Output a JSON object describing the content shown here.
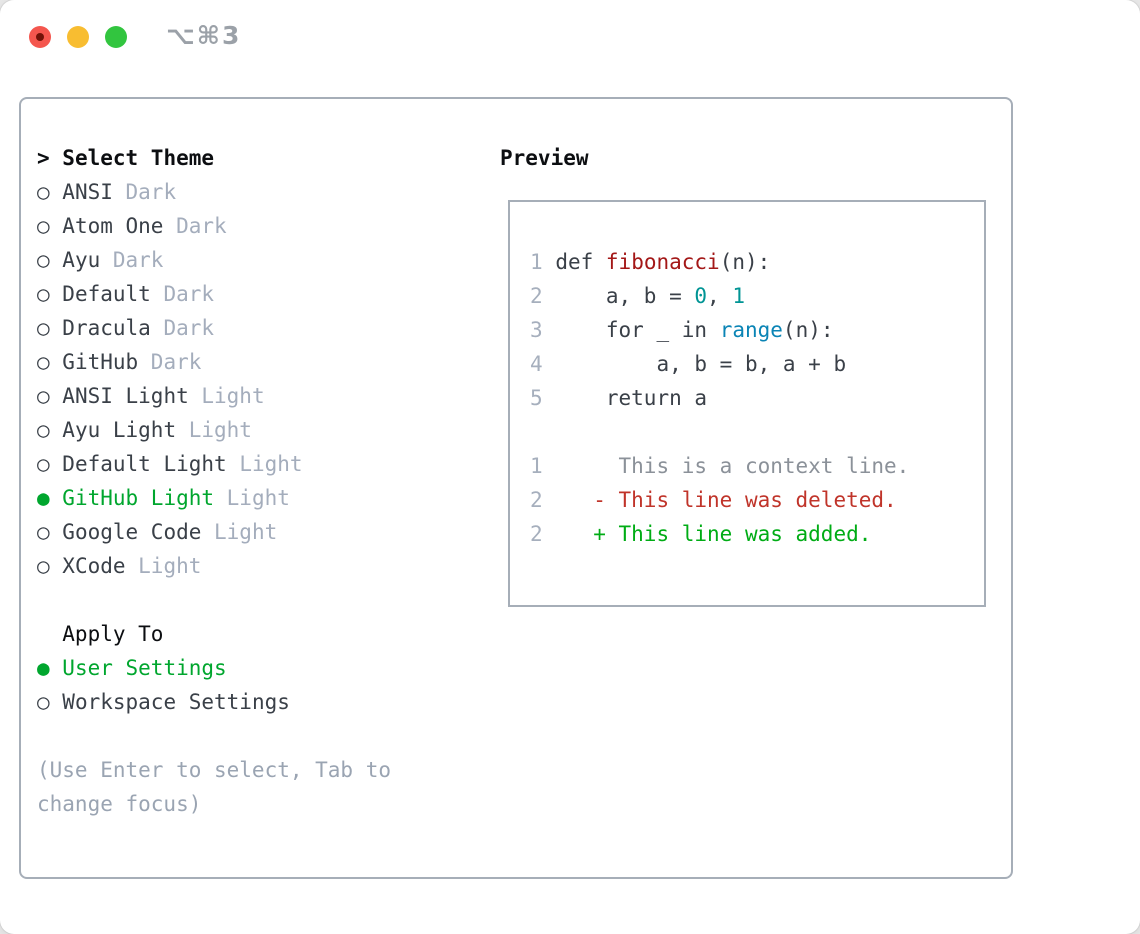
{
  "window": {
    "title": "⌥⌘3"
  },
  "symbols": {
    "header_marker": ">",
    "bullet_selected": "●",
    "bullet_unselected": "○"
  },
  "theme_list": {
    "header": "Select Theme",
    "items": [
      {
        "name": "ANSI",
        "variant": "Dark",
        "selected": false
      },
      {
        "name": "Atom One",
        "variant": "Dark",
        "selected": false
      },
      {
        "name": "Ayu",
        "variant": "Dark",
        "selected": false
      },
      {
        "name": "Default",
        "variant": "Dark",
        "selected": false
      },
      {
        "name": "Dracula",
        "variant": "Dark",
        "selected": false
      },
      {
        "name": "GitHub",
        "variant": "Dark",
        "selected": false
      },
      {
        "name": "ANSI Light",
        "variant": "Light",
        "selected": false
      },
      {
        "name": "Ayu Light",
        "variant": "Light",
        "selected": false
      },
      {
        "name": "Default Light",
        "variant": "Light",
        "selected": false
      },
      {
        "name": "GitHub Light",
        "variant": "Light",
        "selected": true
      },
      {
        "name": "Google Code",
        "variant": "Light",
        "selected": false
      },
      {
        "name": "XCode",
        "variant": "Light",
        "selected": false
      }
    ]
  },
  "apply_to": {
    "header": "Apply To",
    "options": [
      {
        "name": "User Settings",
        "selected": true
      },
      {
        "name": "Workspace Settings",
        "selected": false
      }
    ]
  },
  "hint": {
    "line1": "(Use Enter to select, Tab to",
    "line2": "change focus)"
  },
  "preview": {
    "header": "Preview",
    "lines": [
      [
        {
          "t": "1",
          "s": "num"
        },
        {
          "t": " ",
          "s": "plain"
        },
        {
          "t": "def",
          "s": "kw"
        },
        {
          "t": " ",
          "s": "plain"
        },
        {
          "t": "fibonacci",
          "s": "title"
        },
        {
          "t": "(n):",
          "s": "plain"
        }
      ],
      [
        {
          "t": "2",
          "s": "num"
        },
        {
          "t": "     a, b = ",
          "s": "plain"
        },
        {
          "t": "0",
          "s": "number"
        },
        {
          "t": ", ",
          "s": "plain"
        },
        {
          "t": "1",
          "s": "number"
        }
      ],
      [
        {
          "t": "3",
          "s": "num"
        },
        {
          "t": "     ",
          "s": "plain"
        },
        {
          "t": "for",
          "s": "kw"
        },
        {
          "t": " _ ",
          "s": "plain"
        },
        {
          "t": "in",
          "s": "kw"
        },
        {
          "t": " ",
          "s": "plain"
        },
        {
          "t": "range",
          "s": "builtin"
        },
        {
          "t": "(n):",
          "s": "plain"
        }
      ],
      [
        {
          "t": "4",
          "s": "num"
        },
        {
          "t": "         a, b = b, a + b",
          "s": "plain"
        }
      ],
      [
        {
          "t": "5",
          "s": "num"
        },
        {
          "t": "     ",
          "s": "plain"
        },
        {
          "t": "return",
          "s": "kw"
        },
        {
          "t": " a",
          "s": "plain"
        }
      ],
      [],
      [
        {
          "t": "1",
          "s": "num"
        },
        {
          "t": "      ",
          "s": "plain"
        },
        {
          "t": "This is a context line.",
          "s": "ctx"
        }
      ],
      [
        {
          "t": "2",
          "s": "num"
        },
        {
          "t": "    ",
          "s": "plain"
        },
        {
          "t": "- This line was deleted.",
          "s": "del"
        }
      ],
      [
        {
          "t": "2",
          "s": "num"
        },
        {
          "t": "    ",
          "s": "plain"
        },
        {
          "t": "+ This line was added.",
          "s": "add"
        }
      ]
    ]
  },
  "colors": {
    "tl_red": "#f4564e",
    "tl_red_dot": "#711208",
    "tl_yellow": "#f8bd31",
    "tl_green": "#32c53f",
    "title_gray": "#9ba1a8",
    "border": "#a6aeb8",
    "black": "#0c0e11",
    "dark": "#3a4048",
    "muted": "#a4adbc",
    "hint": "#9aa4b2",
    "green": "#00a62e",
    "linenum": "#a6afbd",
    "code": "#3a4048",
    "red": "#a31717",
    "teal": "#009494",
    "blue": "#0a84b5",
    "ctx": "#8b9199",
    "delred": "#c0342a",
    "addgreen": "#00ac15"
  }
}
